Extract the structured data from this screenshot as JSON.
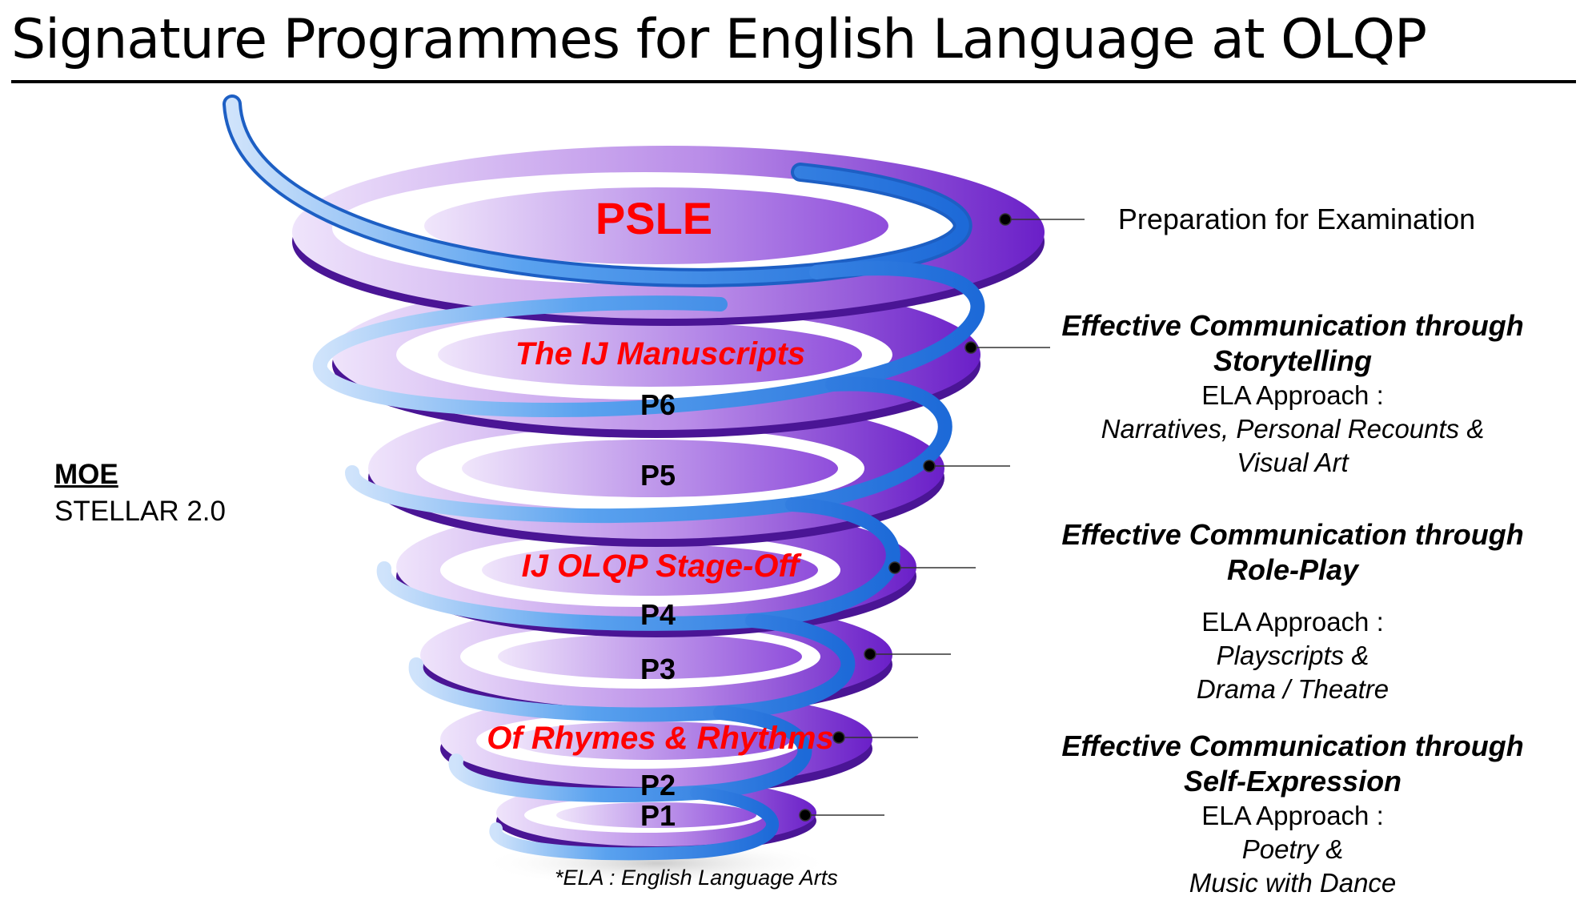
{
  "title": "Signature Programmes for English Language at OLQP",
  "moe": {
    "title": "MOE",
    "subtitle": "STELLAR 2.0"
  },
  "levels": {
    "psle": "PSLE",
    "manuscripts": "The IJ Manuscripts",
    "p6": "P6",
    "p5": "P5",
    "stage_off": "IJ OLQP Stage-Off",
    "p4": "P4",
    "p3": "P3",
    "rhymes": "Of Rhymes & Rhythms",
    "p2": "P2",
    "p1": "P1"
  },
  "descriptions": {
    "exam": "Preparation for Examination",
    "storytelling": {
      "heading_1": "Effective Communication through",
      "heading_2": "Storytelling",
      "approach": "ELA Approach :",
      "detail_1": "Narratives, Personal Recounts &",
      "detail_2": "Visual Art"
    },
    "roleplay": {
      "heading_1": "Effective Communication through",
      "heading_2": "Role-Play",
      "approach": "ELA Approach :",
      "detail_1": "Playscripts &",
      "detail_2": "Drama / Theatre"
    },
    "selfexpression": {
      "heading_1": "Effective Communication through",
      "heading_2": "Self-Expression",
      "approach": "ELA Approach :",
      "detail_1": "Poetry &",
      "detail_2": "Music with Dance"
    }
  },
  "footnote": "*ELA : English Language Arts",
  "colors": {
    "accent_red": "#ff0000",
    "ring_purple": "#7b2fd0",
    "ribbon_blue": "#2f7fe0"
  }
}
